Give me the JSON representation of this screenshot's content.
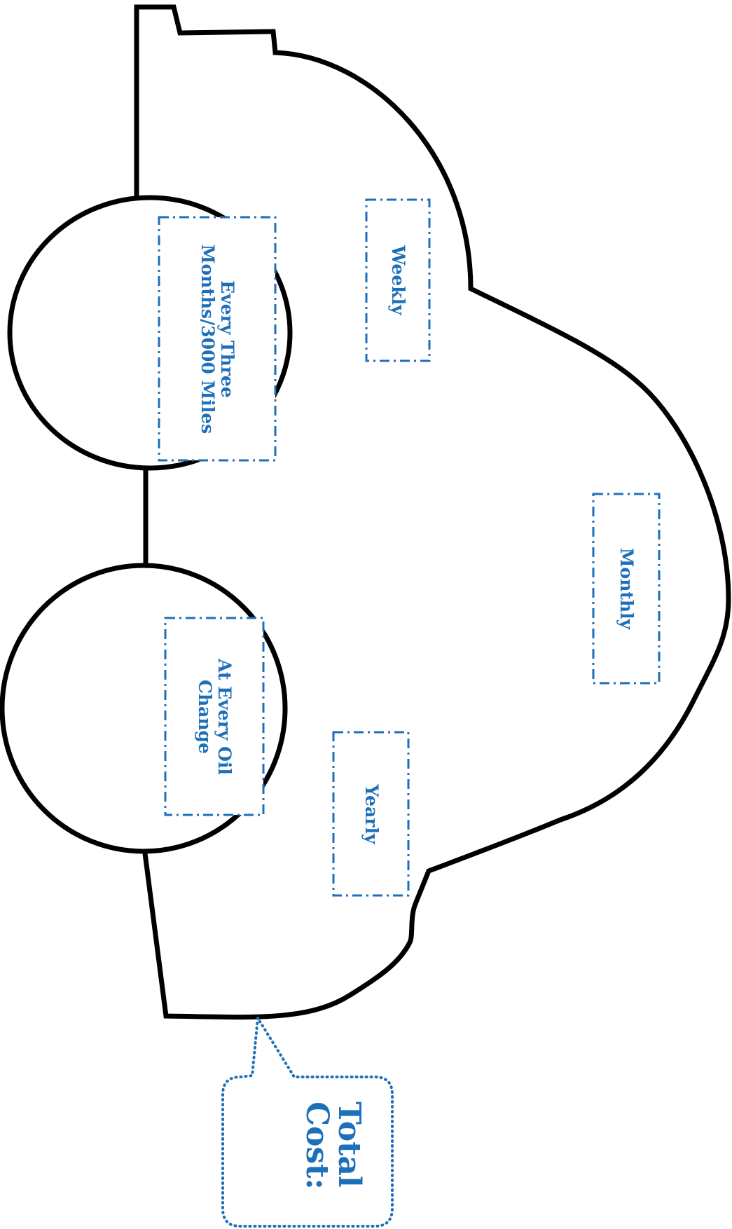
{
  "colors": {
    "outline": "#000000",
    "accent": "#1E6FBA",
    "background": "#FFFFFF"
  },
  "labels": {
    "weekly": "Weekly",
    "every_three_months": [
      "Every Three",
      "Months/3000 Miles"
    ],
    "monthly": "Monthly",
    "at_every_oil_change": [
      "At Every Oil",
      "Change"
    ],
    "yearly": "Yearly",
    "total_cost": [
      "Total",
      "Cost:"
    ]
  }
}
